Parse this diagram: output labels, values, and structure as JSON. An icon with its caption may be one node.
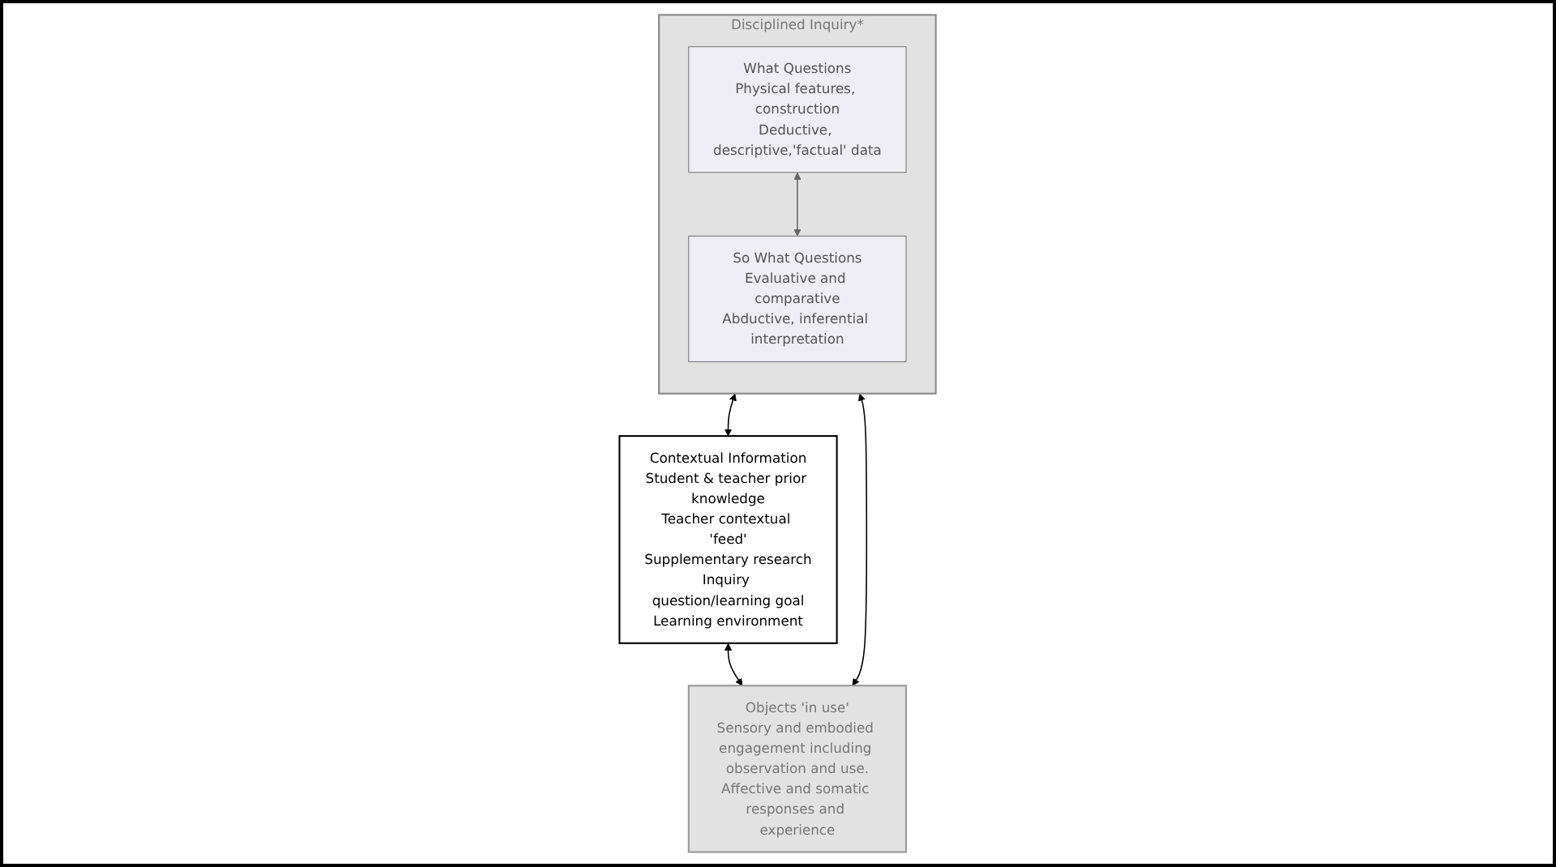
{
  "diagram": {
    "nodes": [
      {
        "text": [
          "Disciplined Inquiry*"
        ]
      },
      {
        "text": [
          "What Questions",
          "Physical features, construction",
          "Deductive, descriptive,'factual' data"
        ],
        "in": 0
      },
      {
        "text": [
          "So What Questions",
          "Evaluative and comparative",
          "Abductive, inferential interpretation"
        ],
        "in": 0
      },
      {
        "text": [
          "Contextual Information",
          "Student & teacher prior knowledge",
          "Teacher contextual 'feed'",
          "Supplementary research",
          "Inquiry question/learning goal",
          "Learning environment"
        ]
      },
      {
        "text": [
          "Objects 'in use'",
          "Sensory and embodied engagement including observation and use.",
          "Affective and somatic responses and experience"
        ]
      }
    ],
    "edges": [
      {
        "from": 0,
        "to": 3,
        "arrow": "both"
      },
      {
        "from": 0,
        "to": 4,
        "arrow": "both"
      },
      {
        "from": 1,
        "to": 2,
        "arrow": "both",
        "color": "#666666"
      },
      {
        "from": 3,
        "to": 4,
        "arrow": "both"
      }
    ]
  }
}
